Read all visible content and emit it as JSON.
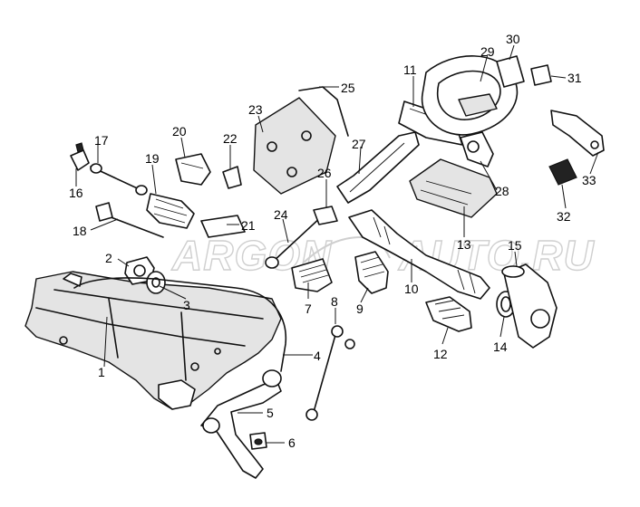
{
  "watermark": {
    "left_text": "ARGON",
    "right_text": "AUTO.RU"
  },
  "callouts": [
    "1",
    "2",
    "3",
    "4",
    "5",
    "6",
    "7",
    "8",
    "9",
    "10",
    "11",
    "12",
    "13",
    "14",
    "15",
    "16",
    "17",
    "18",
    "19",
    "20",
    "21",
    "22",
    "23",
    "24",
    "25",
    "26",
    "27",
    "28",
    "29",
    "30",
    "31",
    "32",
    "33"
  ]
}
